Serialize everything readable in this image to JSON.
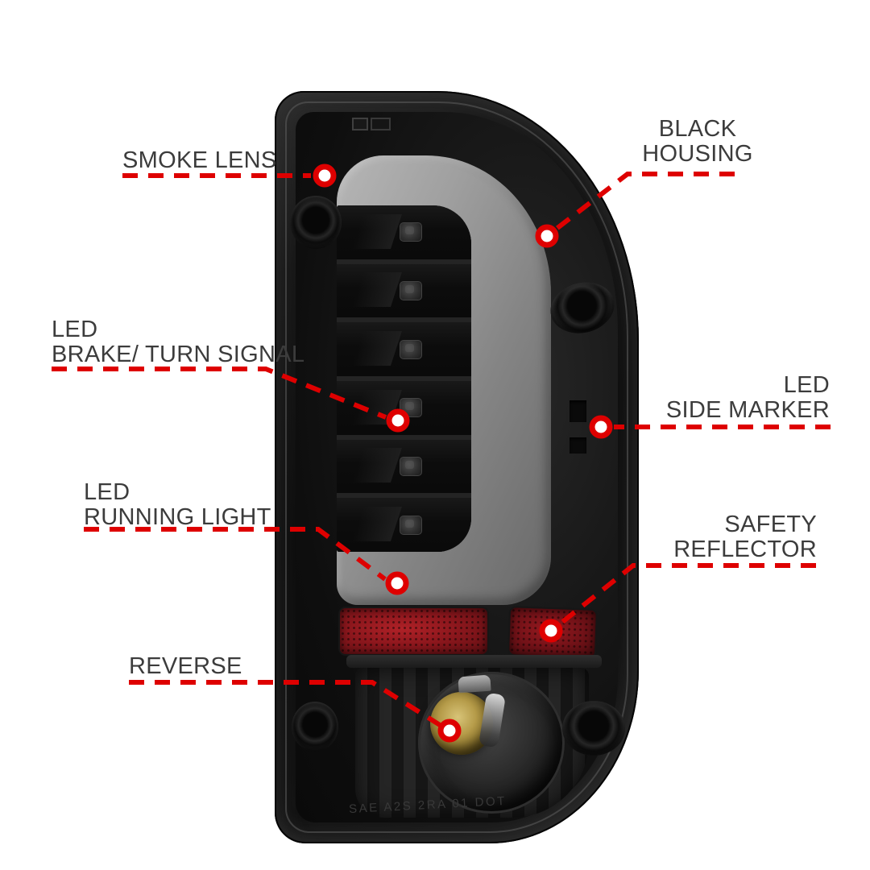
{
  "page": {
    "background": "#ffffff",
    "description": "Smoked LED tail light callout diagram"
  },
  "colors": {
    "accent_red": "#de0000",
    "label_text": "#3c3c3c",
    "housing_black": "#111111",
    "light_bar_gray": "#9e9e9e",
    "reflector_red": "#8d171d",
    "reverse_bulb_amber": "#b59b49"
  },
  "product": {
    "lens_marking": "SAE A2S 2RA 01 DOT"
  },
  "callouts": [
    {
      "id": "smoke-lens",
      "label": "SMOKE LENS"
    },
    {
      "id": "black-housing",
      "label": "BLACK\nHOUSING"
    },
    {
      "id": "led-brake-turn-signal",
      "label": "LED\nBRAKE/ TURN SIGNAL"
    },
    {
      "id": "led-side-marker",
      "label": "LED\nSIDE MARKER"
    },
    {
      "id": "led-running-light",
      "label": "LED\nRUNNING LIGHT"
    },
    {
      "id": "safety-reflector",
      "label": "SAFETY\nREFLECTOR"
    },
    {
      "id": "reverse",
      "label": "REVERSE"
    }
  ]
}
